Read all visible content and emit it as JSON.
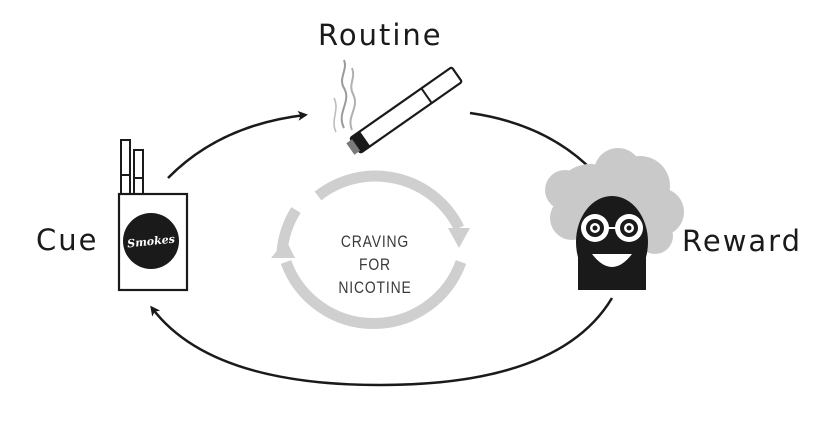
{
  "diagram": {
    "nodes": {
      "routine": {
        "label": "Routine"
      },
      "cue": {
        "label": "Cue"
      },
      "reward": {
        "label": "Reward"
      }
    },
    "center": {
      "line1": "CRAVING",
      "line2": "FOR NICOTINE"
    },
    "pack_brand": "Smokes",
    "colors": {
      "ink": "#1a1a1a",
      "cycle_gray": "#cfcfcf",
      "cloud_gray": "#c9c9c9",
      "text_gray": "#3a3a3a"
    },
    "icons": [
      "cigarette-pack-icon",
      "cigarette-icon",
      "smoke-icon",
      "smiling-face-icon"
    ]
  }
}
